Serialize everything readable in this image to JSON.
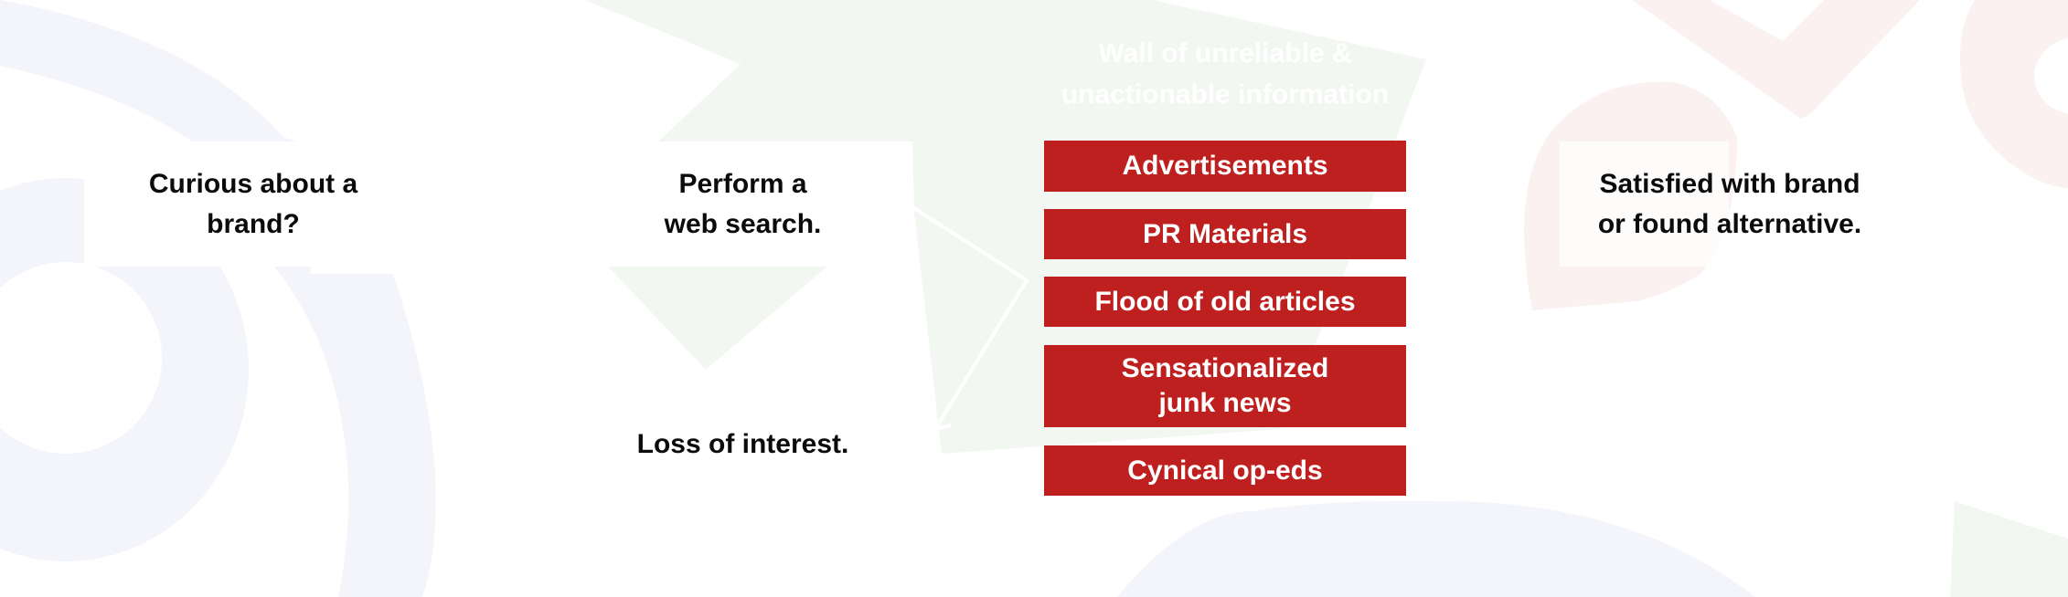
{
  "colors": {
    "background": "#ffffff",
    "wall_red": "#be2020",
    "text_dark": "#0b0b0b",
    "shape_blue": "#f4f5fb",
    "shape_green": "#f3f7f2",
    "shape_pink": "#faf1f0",
    "arrow": "#ffffff"
  },
  "flow": {
    "start": "Curious about a\nbrand?",
    "search": "Perform a\nweb search.",
    "loss": "Loss of interest.",
    "end": "Satisfied with brand\nor found alternative."
  },
  "wall": {
    "title": "Wall of unreliable &\nunactionable information",
    "items": [
      "Advertisements",
      "PR Materials",
      "Flood of old articles",
      "Sensationalized\njunk news",
      "Cynical op-eds"
    ]
  },
  "arrow_icon": "arrow-loop-back-icon"
}
